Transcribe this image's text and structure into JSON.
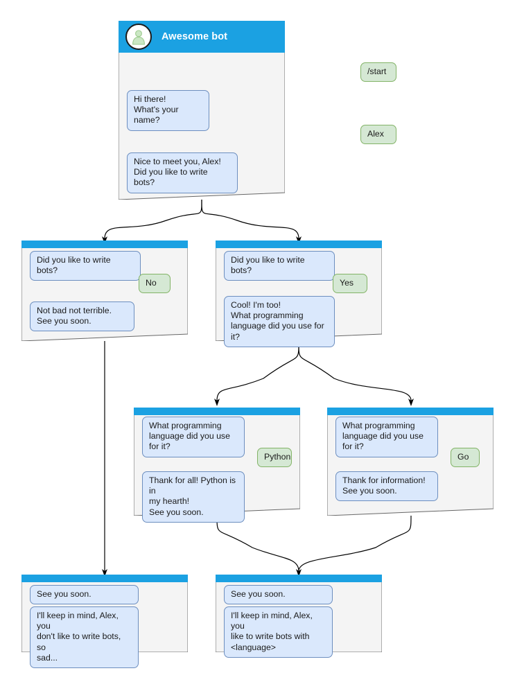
{
  "diagram": {
    "title_bar_color": "#1ba1e2",
    "node_body_color": "#f4f4f4",
    "node_border_color": "#666666",
    "bot_bubble_fill": "#dae8fc",
    "bot_bubble_border": "#6c8ebf",
    "user_bubble_fill": "#d5e8d4",
    "user_bubble_border": "#82b366",
    "connector_color": "#000000",
    "avatar_icon": "person-icon"
  },
  "nodes": {
    "root": {
      "name": "root-conversation-node",
      "bot_name": "Awesome bot",
      "messages": [
        {
          "from": "user",
          "text": "/start"
        },
        {
          "from": "bot",
          "text": "Hi there!\nWhat's your name?"
        },
        {
          "from": "user",
          "text": "Alex"
        },
        {
          "from": "bot",
          "text": "Nice to meet you, Alex!\nDid you like to write bots?"
        }
      ]
    },
    "no_branch": {
      "name": "no-branch-node",
      "messages": [
        {
          "from": "bot",
          "text": "Did you like to write bots?"
        },
        {
          "from": "user",
          "text": "No"
        },
        {
          "from": "bot",
          "text": "Not bad not terrible.\nSee you soon."
        }
      ]
    },
    "yes_branch": {
      "name": "yes-branch-node",
      "messages": [
        {
          "from": "bot",
          "text": "Did you like to write bots?"
        },
        {
          "from": "user",
          "text": "Yes"
        },
        {
          "from": "bot",
          "text": "Cool! I'm too!\nWhat programming\nlanguage did you use for it?"
        }
      ]
    },
    "python_branch": {
      "name": "python-branch-node",
      "messages": [
        {
          "from": "bot",
          "text": "What programming\nlanguage did you use for it?"
        },
        {
          "from": "user",
          "text": "Python"
        },
        {
          "from": "bot",
          "text": "Thank for all! Python is in\nmy hearth!\nSee you soon."
        }
      ]
    },
    "go_branch": {
      "name": "go-branch-node",
      "messages": [
        {
          "from": "bot",
          "text": "What programming\nlanguage did you use for it?"
        },
        {
          "from": "user",
          "text": "Go"
        },
        {
          "from": "bot",
          "text": "Thank for information!\nSee you soon."
        }
      ]
    },
    "end_sad": {
      "name": "end-sad-node",
      "messages": [
        {
          "from": "bot",
          "text": "See you soon."
        },
        {
          "from": "bot",
          "text": "I'll keep in mind, Alex, you\ndon't like to write bots, so\nsad..."
        }
      ]
    },
    "end_happy": {
      "name": "end-happy-node",
      "messages": [
        {
          "from": "bot",
          "text": "See you soon."
        },
        {
          "from": "bot",
          "text": "I'll keep in mind, Alex, you\nlike to write bots with\n<language>"
        }
      ]
    }
  }
}
